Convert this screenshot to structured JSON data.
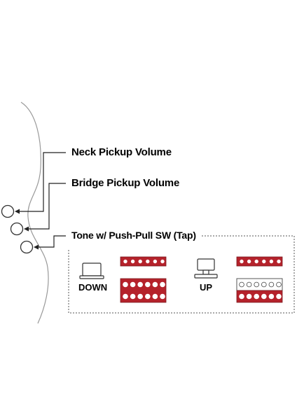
{
  "labels": {
    "neck_volume": "Neck Pickup Volume",
    "bridge_volume": "Bridge Pickup Volume",
    "tone": "Tone w/ Push-Pull SW (Tap)"
  },
  "switch_states": {
    "down": "DOWN",
    "up": "UP"
  },
  "colors": {
    "pickup_red": "#b5222b",
    "line": "#222222",
    "body_outline": "#888888"
  }
}
